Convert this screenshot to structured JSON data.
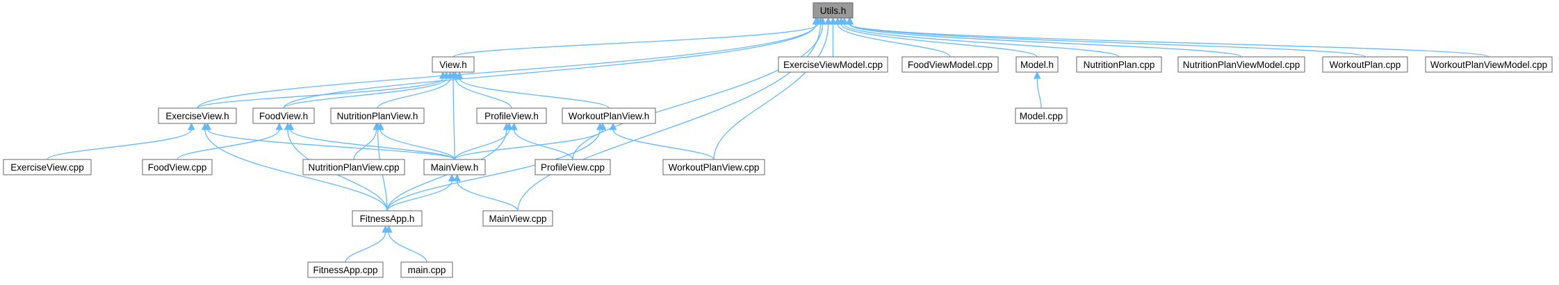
{
  "diagram": {
    "type": "include-dependency-graph",
    "colors": {
      "edge": "#63b8ff",
      "root_fill": "#999999",
      "node_border": "#666666",
      "node_fill": "#ffffff"
    },
    "nodes": [
      {
        "id": "utils",
        "label": "Utils.h",
        "root": true
      },
      {
        "id": "view",
        "label": "View.h"
      },
      {
        "id": "exvm",
        "label": "ExerciseViewModel.cpp"
      },
      {
        "id": "foodvm",
        "label": "FoodViewModel.cpp"
      },
      {
        "id": "model",
        "label": "Model.h"
      },
      {
        "id": "nutplan",
        "label": "NutritionPlan.cpp"
      },
      {
        "id": "nutplanvm",
        "label": "NutritionPlanViewModel.cpp"
      },
      {
        "id": "wplan",
        "label": "WorkoutPlan.cpp"
      },
      {
        "id": "wplanvm",
        "label": "WorkoutPlanViewModel.cpp"
      },
      {
        "id": "exview",
        "label": "ExerciseView.h"
      },
      {
        "id": "foodview",
        "label": "FoodView.h"
      },
      {
        "id": "nutview",
        "label": "NutritionPlanView.h"
      },
      {
        "id": "profview",
        "label": "ProfileView.h"
      },
      {
        "id": "wview",
        "label": "WorkoutPlanView.h"
      },
      {
        "id": "modelcpp",
        "label": "Model.cpp"
      },
      {
        "id": "exviewcpp",
        "label": "ExerciseView.cpp"
      },
      {
        "id": "foodviewcpp",
        "label": "FoodView.cpp"
      },
      {
        "id": "nutviewcpp",
        "label": "NutritionPlanView.cpp"
      },
      {
        "id": "mainview",
        "label": "MainView.h"
      },
      {
        "id": "profviewcpp",
        "label": "ProfileView.cpp"
      },
      {
        "id": "wviewcpp",
        "label": "WorkoutPlanView.cpp"
      },
      {
        "id": "fitapp",
        "label": "FitnessApp.h"
      },
      {
        "id": "mainviewcpp",
        "label": "MainView.cpp"
      },
      {
        "id": "fitappcpp",
        "label": "FitnessApp.cpp"
      },
      {
        "id": "maincpp",
        "label": "main.cpp"
      }
    ],
    "edges": [
      {
        "from": "view",
        "to": "utils"
      },
      {
        "from": "exvm",
        "to": "utils"
      },
      {
        "from": "foodvm",
        "to": "utils"
      },
      {
        "from": "model",
        "to": "utils"
      },
      {
        "from": "nutplan",
        "to": "utils"
      },
      {
        "from": "nutplanvm",
        "to": "utils"
      },
      {
        "from": "wplan",
        "to": "utils"
      },
      {
        "from": "wplanvm",
        "to": "utils"
      },
      {
        "from": "exview",
        "to": "utils"
      },
      {
        "from": "foodview",
        "to": "utils"
      },
      {
        "from": "profviewcpp",
        "to": "utils"
      },
      {
        "from": "wviewcpp",
        "to": "utils"
      },
      {
        "from": "mainviewcpp",
        "to": "utils"
      },
      {
        "from": "exview",
        "to": "view"
      },
      {
        "from": "foodview",
        "to": "view"
      },
      {
        "from": "nutview",
        "to": "view"
      },
      {
        "from": "profview",
        "to": "view"
      },
      {
        "from": "wview",
        "to": "view"
      },
      {
        "from": "mainview",
        "to": "view"
      },
      {
        "from": "modelcpp",
        "to": "model"
      },
      {
        "from": "exviewcpp",
        "to": "exview"
      },
      {
        "from": "mainview",
        "to": "exview"
      },
      {
        "from": "fitapp",
        "to": "exview"
      },
      {
        "from": "foodviewcpp",
        "to": "foodview"
      },
      {
        "from": "mainview",
        "to": "foodview"
      },
      {
        "from": "fitapp",
        "to": "foodview"
      },
      {
        "from": "nutviewcpp",
        "to": "nutview"
      },
      {
        "from": "mainview",
        "to": "nutview"
      },
      {
        "from": "fitapp",
        "to": "nutview"
      },
      {
        "from": "mainview",
        "to": "profview"
      },
      {
        "from": "profviewcpp",
        "to": "profview"
      },
      {
        "from": "fitapp",
        "to": "profview"
      },
      {
        "from": "mainview",
        "to": "wview"
      },
      {
        "from": "wviewcpp",
        "to": "wview"
      },
      {
        "from": "fitapp",
        "to": "wview"
      },
      {
        "from": "fitapp",
        "to": "mainview"
      },
      {
        "from": "mainviewcpp",
        "to": "mainview"
      },
      {
        "from": "fitappcpp",
        "to": "fitapp"
      },
      {
        "from": "maincpp",
        "to": "fitapp"
      }
    ]
  }
}
